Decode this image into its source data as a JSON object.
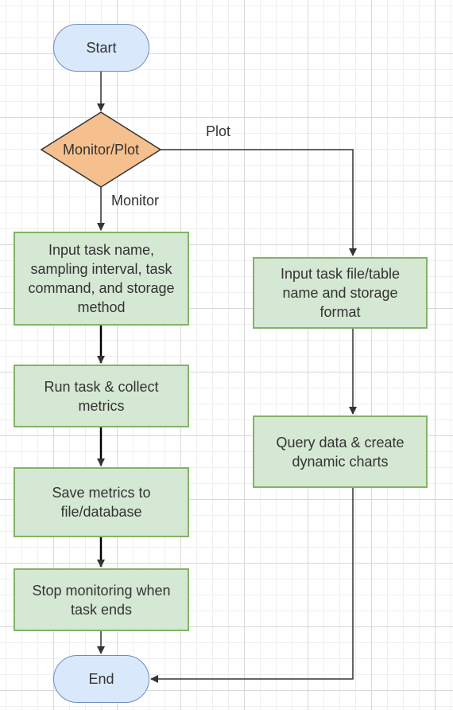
{
  "nodes": {
    "start": "Start",
    "decision": "Monitor/Plot",
    "input_task": "Input task name, sampling interval, task command, and storage method",
    "run_task": "Run task & collect metrics",
    "save_metrics": "Save metrics to file/database",
    "stop_monitoring": "Stop monitoring when task ends",
    "end": "End",
    "input_file": "Input task file/table name and storage format",
    "query_data": "Query data & create dynamic charts"
  },
  "edges": {
    "monitor": "Monitor",
    "plot": "Plot"
  },
  "colors": {
    "terminal_fill": "#dae8fc",
    "terminal_stroke": "#6c8ebf",
    "process_fill": "#d5e8d4",
    "process_stroke": "#82b366",
    "decision_fill": "#f5c08e",
    "decision_stroke": "#333333",
    "connector": "#333333"
  }
}
